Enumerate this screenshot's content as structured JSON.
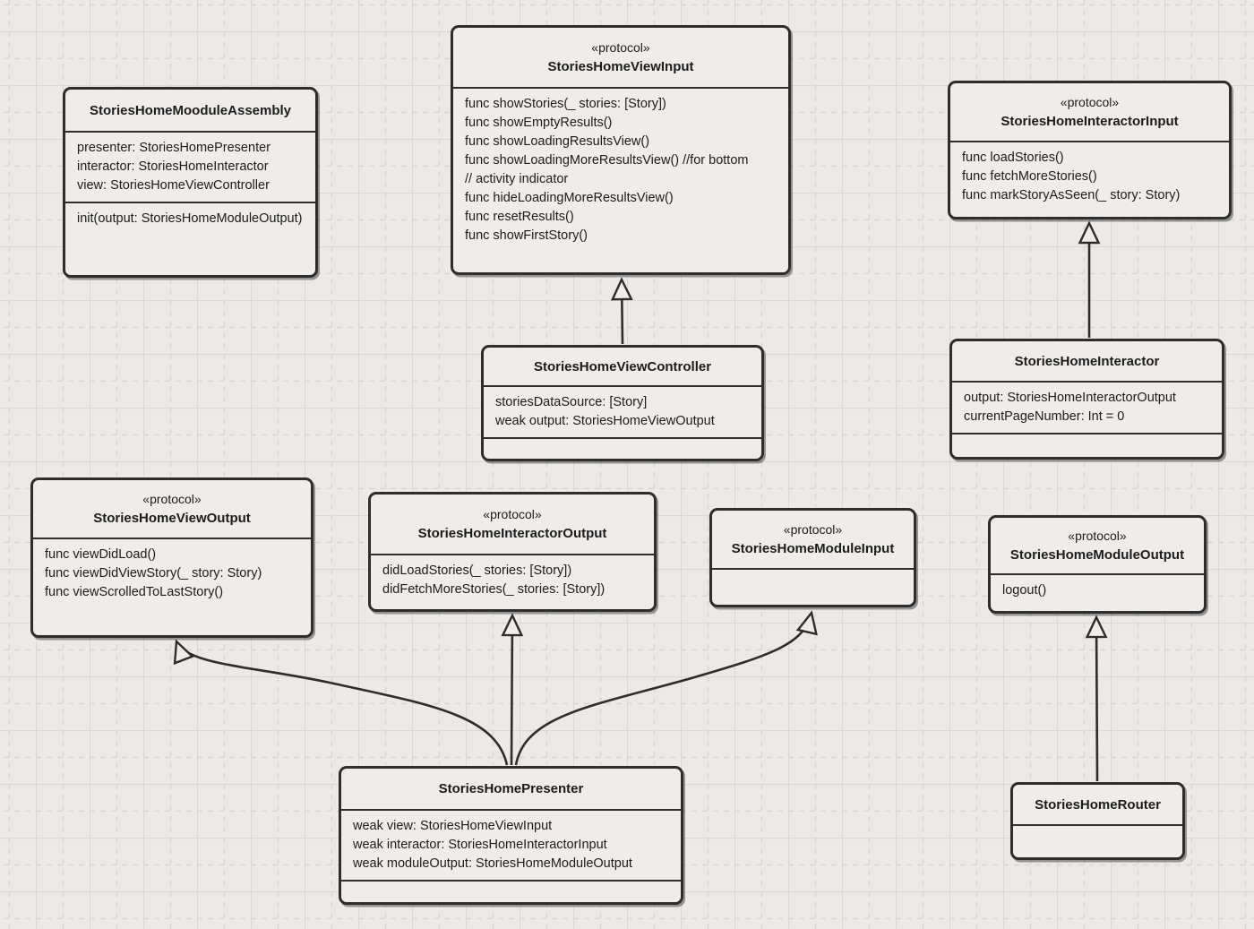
{
  "diagram": {
    "kind": "uml-class-diagram",
    "background_color": "#ede9e6",
    "box_fill_color": "#efece9",
    "stroke_color": "#2d2d2d",
    "grid_solid_color": "#dbd8d5",
    "grid_dashed_color": "#d8d5d2"
  },
  "classes": {
    "assembly": {
      "title": "StoriesHomeMooduleAssembly",
      "attributes": [
        "presenter: StoriesHomePresenter",
        "interactor: StoriesHomeInteractor",
        "view: StoriesHomeViewController"
      ],
      "methods": [
        "init(output: StoriesHomeModuleOutput)"
      ]
    },
    "view_input": {
      "stereotype": "«protocol»",
      "title": "StoriesHomeViewInput",
      "methods": [
        "func showStories(_ stories: [Story])",
        "func showEmptyResults()",
        "func showLoadingResultsView()",
        "func showLoadingMoreResultsView() //for bottom",
        "// activity indicator",
        "func hideLoadingMoreResultsView()",
        "func resetResults()",
        "func showFirstStory()"
      ]
    },
    "interactor_input": {
      "stereotype": "«protocol»",
      "title": "StoriesHomeInteractorInput",
      "methods": [
        "func loadStories()",
        "func fetchMoreStories()",
        "func markStoryAsSeen(_ story: Story)"
      ]
    },
    "view_controller": {
      "title": "StoriesHomeViewController",
      "attributes": [
        "storiesDataSource: [Story]",
        "weak output: StoriesHomeViewOutput"
      ]
    },
    "interactor": {
      "title": "StoriesHomeInteractor",
      "attributes": [
        "output: StoriesHomeInteractorOutput",
        "currentPageNumber: Int = 0"
      ]
    },
    "view_output": {
      "stereotype": "«protocol»",
      "title": "StoriesHomeViewOutput",
      "methods": [
        "func viewDidLoad()",
        "func viewDidViewStory(_ story: Story)",
        "func viewScrolledToLastStory()"
      ]
    },
    "interactor_output": {
      "stereotype": "«protocol»",
      "title": "StoriesHomeInteractorOutput",
      "methods": [
        "didLoadStories(_ stories: [Story])",
        "didFetchMoreStories(_ stories: [Story])"
      ]
    },
    "module_input": {
      "stereotype": "«protocol»",
      "title": "StoriesHomeModuleInput",
      "methods": []
    },
    "module_output": {
      "stereotype": "«protocol»",
      "title": "StoriesHomeModuleOutput",
      "methods": [
        "logout()"
      ]
    },
    "presenter": {
      "title": "StoriesHomePresenter",
      "attributes": [
        "weak view: StoriesHomeViewInput",
        "weak interactor: StoriesHomeInteractorInput",
        "weak moduleOutput: StoriesHomeModuleOutput"
      ]
    },
    "router": {
      "title": "StoriesHomeRouter"
    }
  },
  "relationships": [
    {
      "from": "StoriesHomeViewController",
      "to": "StoriesHomeViewInput",
      "type": "realization"
    },
    {
      "from": "StoriesHomeInteractor",
      "to": "StoriesHomeInteractorInput",
      "type": "realization"
    },
    {
      "from": "StoriesHomePresenter",
      "to": "StoriesHomeViewOutput",
      "type": "realization"
    },
    {
      "from": "StoriesHomePresenter",
      "to": "StoriesHomeInteractorOutput",
      "type": "realization"
    },
    {
      "from": "StoriesHomePresenter",
      "to": "StoriesHomeModuleInput",
      "type": "realization"
    },
    {
      "from": "StoriesHomeRouter",
      "to": "StoriesHomeModuleOutput",
      "type": "realization"
    }
  ]
}
